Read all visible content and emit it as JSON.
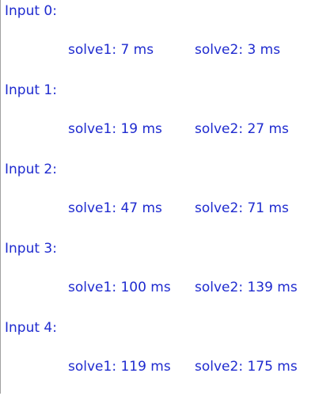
{
  "text_color": "#1f2bcf",
  "inputs": [
    {
      "label": "Input 0:",
      "solve1": "solve1: 7 ms",
      "solve2": "solve2: 3 ms"
    },
    {
      "label": "Input 1:",
      "solve1": "solve1: 19 ms",
      "solve2": "solve2: 27 ms"
    },
    {
      "label": "Input 2:",
      "solve1": "solve1: 47 ms",
      "solve2": "solve2: 71 ms"
    },
    {
      "label": "Input 3:",
      "solve1": "solve1: 100 ms",
      "solve2": "solve2: 139 ms"
    },
    {
      "label": "Input 4:",
      "solve1": "solve1: 119 ms",
      "solve2": "solve2: 175 ms"
    }
  ]
}
